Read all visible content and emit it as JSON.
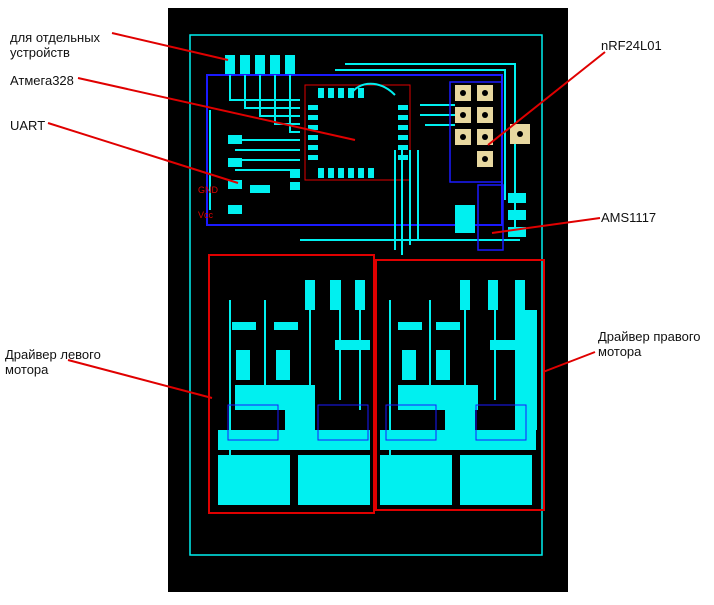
{
  "labels": {
    "peripherals": "для отдельных устройств",
    "mcu": "Атмега328",
    "uart": "UART",
    "radio": "nRF24L01",
    "regulator": "AMS1117",
    "left_driver": "Драйвер левого мотора",
    "right_driver": "Драйвер правого мотора"
  },
  "silk": {
    "gnd": "GND",
    "vcc": "Vcc"
  },
  "colors": {
    "board": "#000000",
    "copper": "#00f0f0",
    "block_outline": "#1a1aff",
    "driver_outline": "#e00000",
    "pad_gold": "#e8d8a0",
    "leader": "#e00000"
  }
}
